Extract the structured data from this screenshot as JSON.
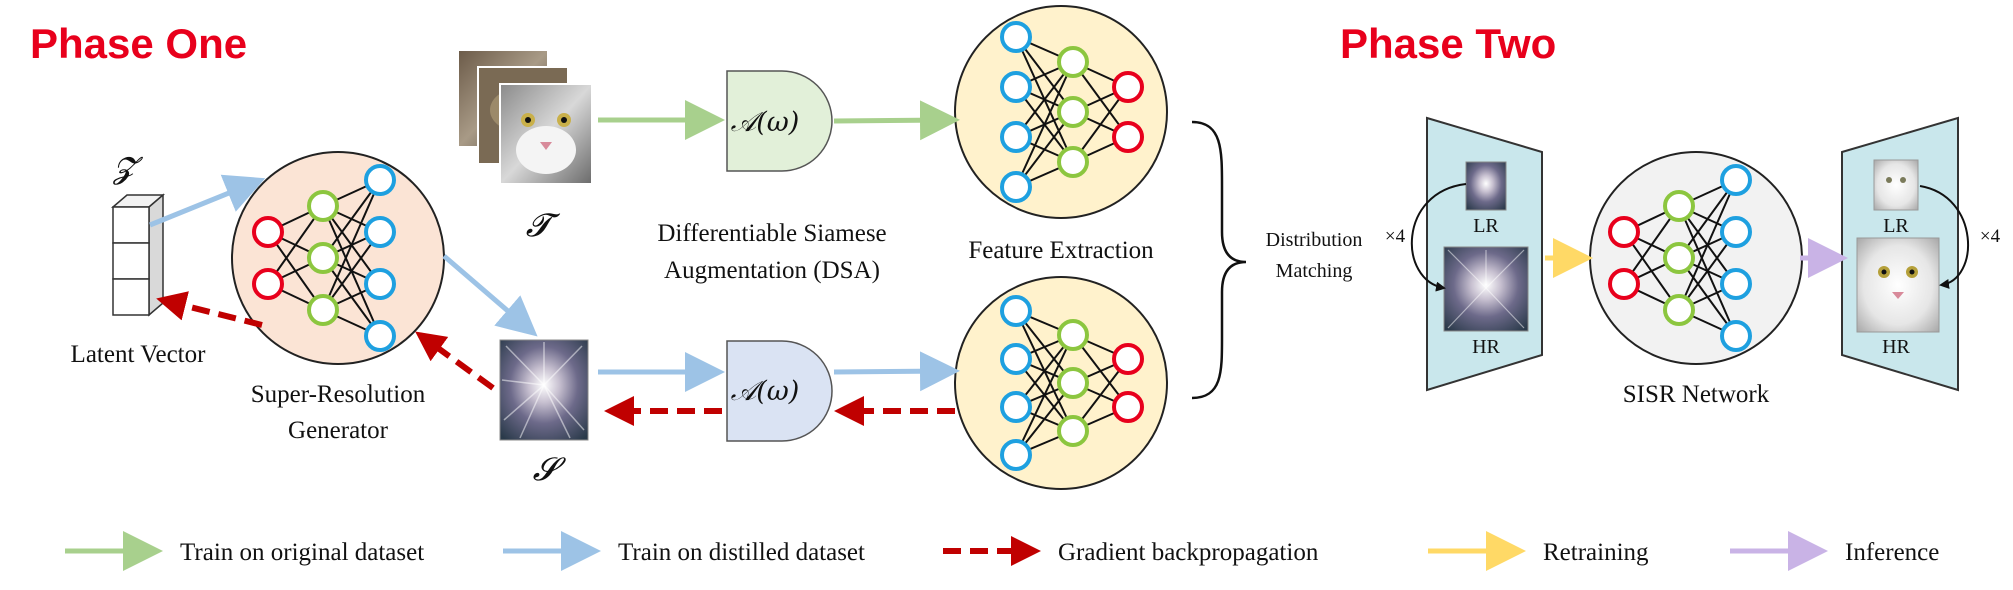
{
  "phase_one": "Phase One",
  "phase_two": "Phase Two",
  "latent": {
    "symbol": "𝓩",
    "label": "Latent Vector"
  },
  "generator": {
    "label_line1": "Super-Resolution",
    "label_line2": "Generator"
  },
  "real_set_symbol": "𝓣",
  "synthetic_set_symbol": "𝓢",
  "dsa": {
    "box_text": "𝒜(ω)",
    "label_line1": "Differentiable Siamese",
    "label_line2": "Augmentation (DSA)"
  },
  "feature_extraction": "Feature Extraction",
  "distribution_matching": {
    "line1": "Distribution",
    "line2": "Matching"
  },
  "sisr": {
    "label": "SISR Network",
    "scale": "×4",
    "lr": "LR",
    "hr": "HR"
  },
  "legend": [
    {
      "label": "Train on original dataset",
      "color": "#a8d08d"
    },
    {
      "label": "Train on distilled dataset",
      "color": "#9dc3e6"
    },
    {
      "label": "Gradient backpropagation",
      "color": "#c00000"
    },
    {
      "label": "Retraining",
      "color": "#ffd966"
    },
    {
      "label": "Inference",
      "color": "#c9b3e6"
    }
  ],
  "colors": {
    "red_node": "#e8001c",
    "green_node": "#8cc63f",
    "blue_node": "#1ea0e0",
    "generator_fill": "#fbe4d5",
    "feature_fill": "#fff2cc",
    "sisr_fill": "#f2f2f2",
    "dsa_top_fill": "#e2f0d9",
    "dsa_bottom_fill": "#dae3f3",
    "trapezoid_fill": "#c9e7ec"
  }
}
